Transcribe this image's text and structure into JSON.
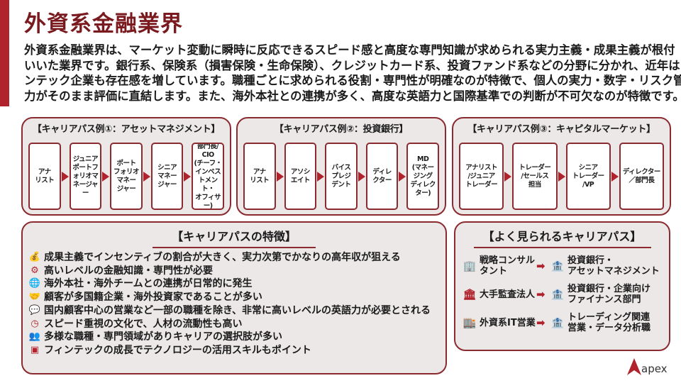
{
  "title": "外資系金融業界",
  "intro_lines": [
    "外資系金融業界は、マーケット変動に瞬時に反応できるスピード感と高度な専門知識が求められる実力主義・成果主義が根付",
    "いいた業界です。銀行系、保険系（損害保険・生命保険）、クレジットカード系、投資ファンド系などの分野に分かれ、近年はフィ",
    "ンテック企業も存在感を増しています。職種ごとに求められる役割・専門性が明確なのが特徴で、個人の実力・数字・リスク管理能",
    "力がそのまま評価に直結します。また、海外本社との連携が多く、高度な英語力と国際基準での判断が不可欠なのが特徴です。"
  ],
  "paths": [
    {
      "title": "【キャリアパス例①：アセットマネジメント】",
      "steps": [
        "アナ\nリスト",
        "ジュニア\nポートフ\nォリオマ\nネージャー",
        "ポート\nフォリオ\nマネー\nジャー",
        "シニア\nマネー\nジャー",
        "部門長/\nCIO\n(チーフ・\nインベス\nトメント・\nオフィサー)"
      ]
    },
    {
      "title": "【キャリアパス例②：投資銀行】",
      "steps": [
        "アナ\nリスト",
        "アソシ\nエイト",
        "バイス\nプレジ\nデント",
        "ディレ\nクター",
        "MD\n(マネー\nジング\nディレク\nター)"
      ]
    },
    {
      "title": "【キャリアパス例③：キャピタルマーケット】",
      "steps": [
        "アナリスト\n/ジュニア\nトレーダー",
        "トレーダー\n/セールス\n担当",
        "シニア\nトレーダー\n/VP",
        "ディレクター\n／部門長"
      ]
    }
  ],
  "features": {
    "title": "【キャリアパスの特徴】",
    "items": [
      {
        "icon": "money-hand-icon",
        "glyph": "💰",
        "text": "成果主義でインセンティブの割合が大きく、実力次第でかなりの高年収が狙える"
      },
      {
        "icon": "gear-icon",
        "glyph": "⚙",
        "text": "高いレベルの金融知識・専門性が必要"
      },
      {
        "icon": "globe-icon",
        "glyph": "🌐",
        "text": "海外本社・海外チームとの連携が日常的に発生"
      },
      {
        "icon": "handshake-icon",
        "glyph": "🤝",
        "text": "顧客が多国籍企業・海外投資家であることが多い"
      },
      {
        "icon": "chat-icon",
        "glyph": "💬",
        "text": "国内顧客中心の営業など一部の職種を除き、非常に高いレベルの英語力が必要とされる"
      },
      {
        "icon": "clock-icon",
        "glyph": "◷",
        "text": "スピード重視の文化で、人材の流動性も高い"
      },
      {
        "icon": "people-icon",
        "glyph": "👥",
        "text": "多様な職種・専門領域がありキャリアの選択肢が多い"
      },
      {
        "icon": "chip-icon",
        "glyph": "▣",
        "text": "フィンテックの成長でテクノロジーの活用スキルもポイント"
      }
    ]
  },
  "common": {
    "title": "【よく見られるキャリアパス】",
    "rows": [
      {
        "from_icon": "office-network-icon",
        "from_glyph": "🏢",
        "from": "戦略コンサル\nタント",
        "to_icon": "bank-icon",
        "to": "投資銀行・\nアセットマネジメント"
      },
      {
        "from_icon": "institution-icon",
        "from_glyph": "🏛",
        "from": "大手監査法人",
        "to_icon": "bank-icon",
        "to": "投資銀行・企業向け\nファイナンス部門"
      },
      {
        "from_icon": "building-icon",
        "from_glyph": "🏬",
        "from": "外資系IT営業",
        "to_icon": "bank-icon",
        "to": "トレーディング関連\n営業・データ分析職"
      }
    ]
  },
  "logo": "apex",
  "colors": {
    "accent": "#b0232d",
    "title": "#7a1a1f",
    "border": "#8b2b30",
    "panel": "#ece8e8"
  }
}
